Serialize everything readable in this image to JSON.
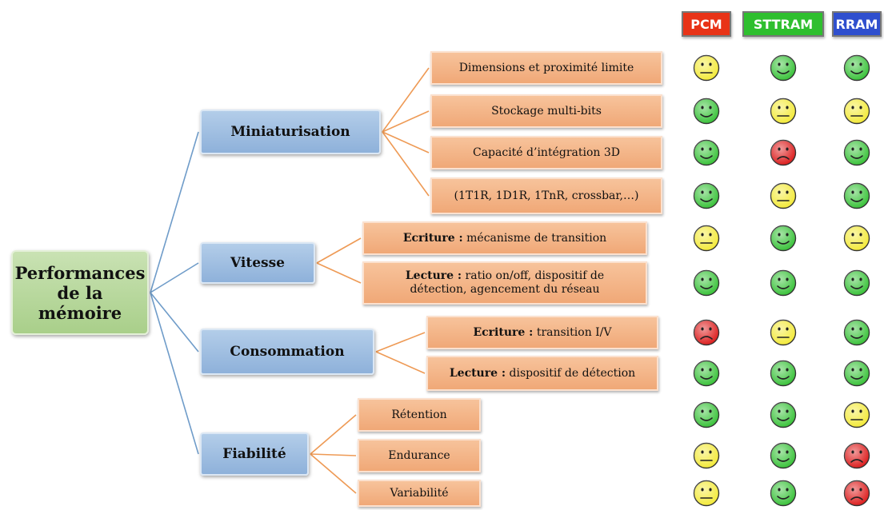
{
  "colors": {
    "green": "#3cc33c",
    "yellow": "#f3ea3c",
    "red": "#dd2020",
    "pcm": "#e83317",
    "sttram": "#2fbf2f",
    "rram": "#2f4fce"
  },
  "technologies": [
    "PCM",
    "STTRAM",
    "RRAM"
  ],
  "root": {
    "line1": "Performances",
    "line2": "de la mémoire"
  },
  "categories": [
    "Miniaturisation",
    "Vitesse",
    "Consommation",
    "Fiabilité"
  ],
  "criteria": [
    {
      "bold": "",
      "text": "Dimensions et proximité limite",
      "ratings": [
        "neutral",
        "good",
        "good"
      ]
    },
    {
      "bold": "",
      "text": "Stockage multi-bits",
      "ratings": [
        "good",
        "neutral",
        "neutral"
      ]
    },
    {
      "bold": "",
      "text": "Capacité d’intégration 3D",
      "ratings": [
        "good",
        "bad",
        "good"
      ]
    },
    {
      "bold": "",
      "text": "(1T1R, 1D1R, 1TnR, crossbar,…)",
      "ratings": [
        "good",
        "neutral",
        "good"
      ]
    },
    {
      "bold": "Ecriture :",
      "text": "mécanisme de transition",
      "ratings": [
        "neutral",
        "good",
        "neutral"
      ]
    },
    {
      "bold": "Lecture :",
      "text": "ratio on/off, dispositif de détection, agencement du réseau",
      "ratings": [
        "good",
        "good",
        "good"
      ]
    },
    {
      "bold": "Ecriture :",
      "text": "transition I/V",
      "ratings": [
        "bad",
        "neutral",
        "good"
      ]
    },
    {
      "bold": "Lecture :",
      "text": "dispositif de détection",
      "ratings": [
        "good",
        "good",
        "good"
      ]
    },
    {
      "bold": "",
      "text": "Rétention",
      "ratings": [
        "good",
        "good",
        "neutral"
      ]
    },
    {
      "bold": "",
      "text": "Endurance",
      "ratings": [
        "neutral",
        "good",
        "bad"
      ]
    },
    {
      "bold": "",
      "text": "Variabilité",
      "ratings": [
        "neutral",
        "good",
        "bad"
      ]
    }
  ]
}
